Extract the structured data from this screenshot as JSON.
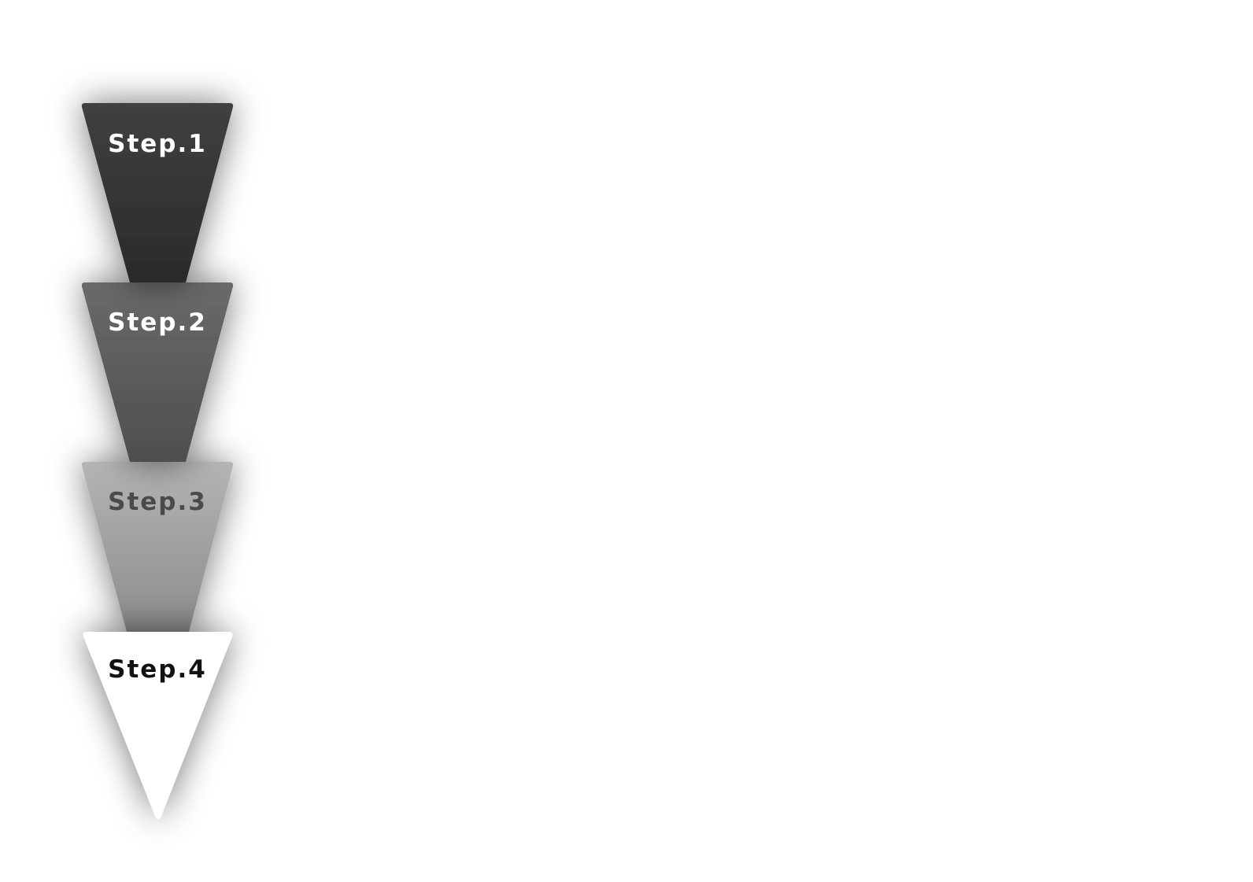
{
  "steps": [
    {
      "label": "Step.1",
      "fill_top": "#404040",
      "fill_bottom": "#2a2a2a",
      "text_color": "#ffffff"
    },
    {
      "label": "Step.2",
      "fill_top": "#6a6a6a",
      "fill_bottom": "#4e4e4e",
      "text_color": "#ffffff"
    },
    {
      "label": "Step.3",
      "fill_top": "#b4b4b4",
      "fill_bottom": "#8c8c8c",
      "text_color": "#4a4a4a"
    },
    {
      "label": "Step.4",
      "fill_top": "#ffffff",
      "fill_bottom": "#ffffff",
      "text_color": "#111111"
    }
  ]
}
